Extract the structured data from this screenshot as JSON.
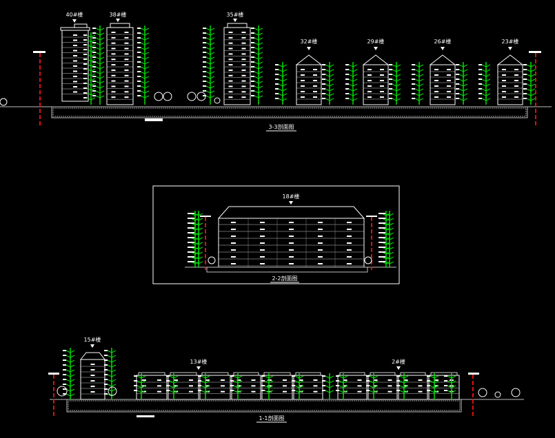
{
  "colors": {
    "background": "#000000",
    "building": "#ffffff",
    "tree": "#00e000",
    "marker": "#e01010",
    "ground": "#bfbfbf",
    "frame": "#ffffff"
  },
  "sections": {
    "s33": {
      "caption": "3-3剖面图",
      "labels": [
        "40#楼",
        "38#楼",
        "35#楼",
        "32#楼",
        "29#楼",
        "26#楼",
        "23#楼"
      ]
    },
    "s22": {
      "caption": "2-2剖面图",
      "labels": [
        "18#楼"
      ]
    },
    "s11": {
      "caption": "1-1剖面图",
      "labels": [
        "15#楼",
        "13#楼",
        "2#楼"
      ]
    }
  }
}
